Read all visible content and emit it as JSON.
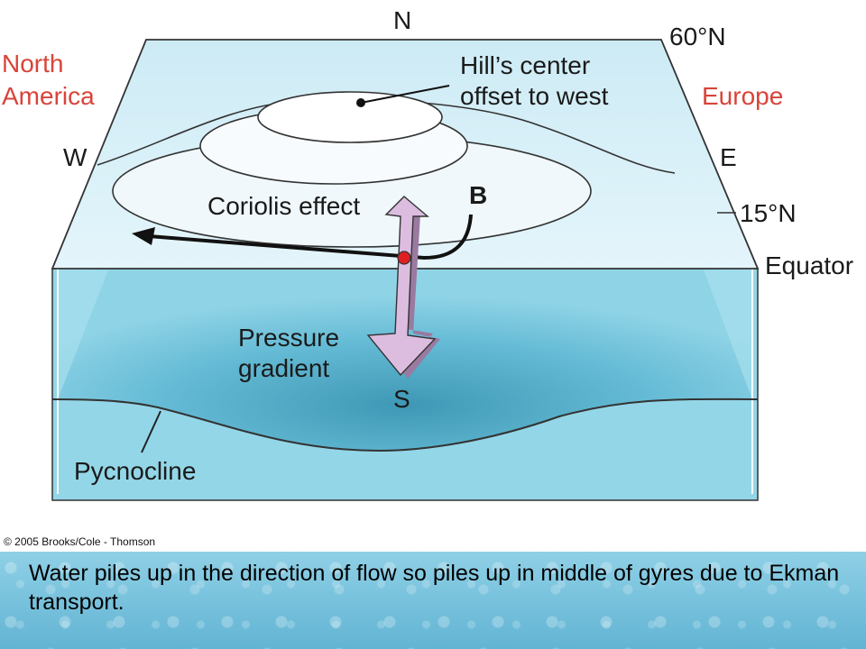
{
  "labels": {
    "north": "N",
    "south": "S",
    "west": "W",
    "east": "E",
    "lat_60": "60°N",
    "lat_15": "15°N",
    "equator": "Equator",
    "north_america_line1": "North",
    "north_america_line2": "America",
    "europe": "Europe",
    "hill_center_line1": "Hill’s center",
    "hill_center_line2": "offset to west",
    "coriolis": "Coriolis effect",
    "point_b": "B",
    "pressure_line1": "Pressure",
    "pressure_line2": "gradient",
    "pycnocline": "Pycnocline"
  },
  "credit": "© 2005 Brooks/Cole - Thomson",
  "caption": "Water piles up in the direction of flow so piles up in middle of gyres due to Ekman transport.",
  "colors": {
    "ocean_top": "#d8f0f8",
    "ocean_front": "#6ec7dd",
    "deep_water": "#9cd9e8",
    "place_names": "#d9443a",
    "arrow_fill": "#d9b8d8",
    "marker_red": "#e02020"
  },
  "icon_names": [
    "flow-arrow-icon",
    "pressure-gradient-arrow-icon",
    "point-marker-icon"
  ]
}
